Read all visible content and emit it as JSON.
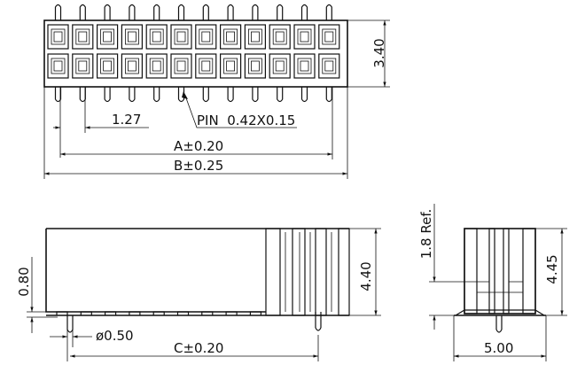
{
  "dimensions": {
    "height_top": "3.40",
    "pitch": "1.27",
    "pin": "PIN  0.42X0.15",
    "dim_a": "A±0.20",
    "dim_b": "B±0.25",
    "standoff": "0.80",
    "hole": "ø0.50",
    "dim_c": "C±0.20",
    "height_side": "4.40",
    "ref": "1.8 Ref.",
    "height_end": "4.45",
    "width_end": "5.00"
  },
  "top_view": {
    "columns": 12,
    "rows": 2
  }
}
